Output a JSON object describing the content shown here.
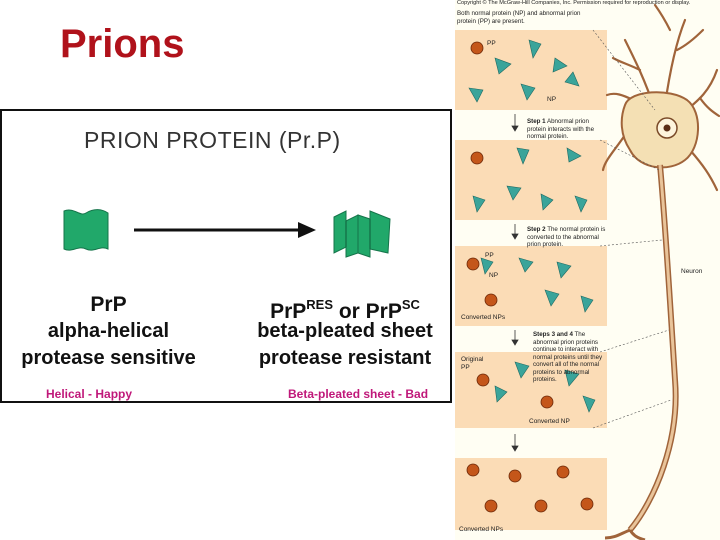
{
  "slide": {
    "title": "Prions"
  },
  "prp_panel": {
    "heading": "PRION PROTEIN (Pr.P)",
    "left_column": {
      "name": "PrP",
      "structure": "alpha-helical",
      "sensitivity": "protease sensitive",
      "caption": "Helical - Happy"
    },
    "right_column": {
      "name_base_1": "PrP",
      "name_sup_1": "RES",
      "connector": " or ",
      "name_base_2": "PrP",
      "name_sup_2": "SC",
      "structure": "beta-pleated sheet",
      "sensitivity": "protease resistant",
      "caption": "Beta-pleated sheet - Bad"
    },
    "colors": {
      "normal_shape": "#21a86a",
      "caption": "#c0187a",
      "title": "#b0121b"
    }
  },
  "neuron_figure": {
    "copyright": "Copyright © The McGraw-Hill Companies, Inc. Permission required for reproduction or display.",
    "intro": "Both normal protein (NP) and abnormal prion protein (PP) are present.",
    "label_pp": "PP",
    "label_np": "NP",
    "step1_title": "Step 1",
    "step1_text": "Abnormal prion protein interacts with the normal protein.",
    "step2_title": "Step 2",
    "step2_text": "The normal protein is converted to the abnormal prion protein.",
    "label_pp2": "PP",
    "label_np2": "NP",
    "label_converted": "Converted NPs",
    "label_neuron": "Neuron",
    "step34_title": "Steps 3 and 4",
    "step34_text": "The abnormal prion proteins continue to interact with normal proteins until they convert all of the normal proteins to abnormal proteins.",
    "label_original_1": "Original",
    "label_original_2": "PP",
    "label_converted_np": "Converted NP",
    "label_converted_final": "Converted NPs"
  }
}
